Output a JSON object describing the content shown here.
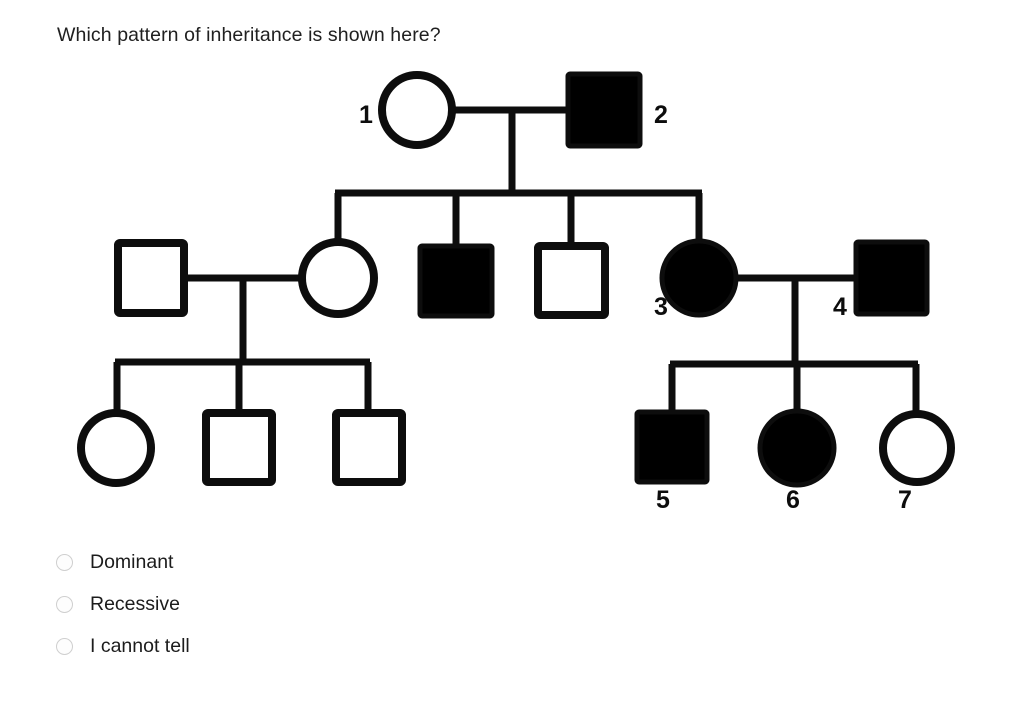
{
  "question": {
    "text": "Which pattern of inheritance is shown here?"
  },
  "options": [
    {
      "id": "dominant",
      "label": "Dominant",
      "selected": false
    },
    {
      "id": "recessive",
      "label": "Recessive",
      "selected": false
    },
    {
      "id": "cannot-tell",
      "label": "I cannot tell",
      "selected": false
    }
  ],
  "pedigree": {
    "legend": {
      "square_meaning": "male",
      "circle_meaning": "female",
      "filled_meaning": "affected",
      "unfilled_meaning": "unaffected"
    },
    "colors": {
      "affected_fill": "#000000",
      "unaffected_fill": "#ffffff",
      "stroke": "#0d0d0d",
      "label": "#0d0d0d"
    },
    "numbered_labels": [
      "1",
      "2",
      "3",
      "4",
      "5",
      "6",
      "7"
    ],
    "individuals": [
      {
        "id": "I-1",
        "label": "1",
        "generation": 1,
        "sex": "female",
        "shape": "circle",
        "affected": false
      },
      {
        "id": "I-2",
        "label": "2",
        "generation": 1,
        "sex": "male",
        "shape": "square",
        "affected": true
      },
      {
        "id": "II-spouse-left",
        "label": "",
        "generation": 2,
        "sex": "male",
        "shape": "square",
        "affected": false
      },
      {
        "id": "II-1",
        "label": "",
        "generation": 2,
        "sex": "female",
        "shape": "circle",
        "affected": false
      },
      {
        "id": "II-2",
        "label": "",
        "generation": 2,
        "sex": "male",
        "shape": "square",
        "affected": true
      },
      {
        "id": "II-3",
        "label": "",
        "generation": 2,
        "sex": "male",
        "shape": "square",
        "affected": false
      },
      {
        "id": "II-4",
        "label": "3",
        "generation": 2,
        "sex": "female",
        "shape": "circle",
        "affected": true
      },
      {
        "id": "II-spouse-right",
        "label": "4",
        "generation": 2,
        "sex": "male",
        "shape": "square",
        "affected": true
      },
      {
        "id": "III-1",
        "label": "",
        "generation": 3,
        "sex": "female",
        "shape": "circle",
        "affected": false
      },
      {
        "id": "III-2",
        "label": "",
        "generation": 3,
        "sex": "male",
        "shape": "square",
        "affected": false
      },
      {
        "id": "III-3",
        "label": "",
        "generation": 3,
        "sex": "male",
        "shape": "square",
        "affected": false
      },
      {
        "id": "III-4",
        "label": "5",
        "generation": 3,
        "sex": "male",
        "shape": "square",
        "affected": true
      },
      {
        "id": "III-5",
        "label": "6",
        "generation": 3,
        "sex": "female",
        "shape": "circle",
        "affected": true
      },
      {
        "id": "III-6",
        "label": "7",
        "generation": 3,
        "sex": "female",
        "shape": "circle",
        "affected": false
      }
    ]
  }
}
